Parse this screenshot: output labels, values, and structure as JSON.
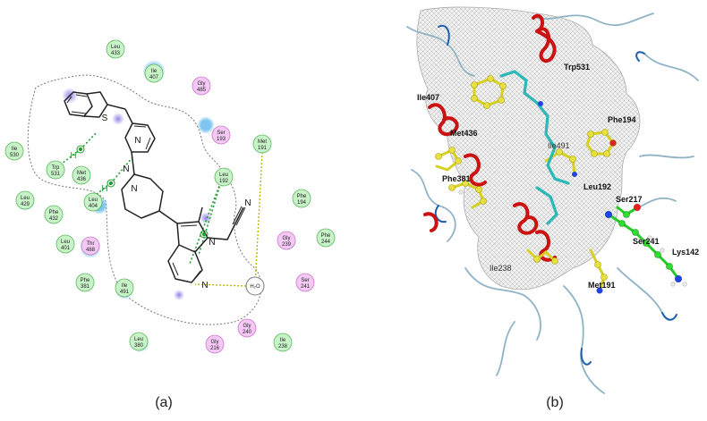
{
  "panel_a": {
    "label": "(a)",
    "residues": [
      {
        "name": "Leu",
        "num": "433",
        "kind": "green"
      },
      {
        "name": "Ile",
        "num": "407",
        "kind": "green"
      },
      {
        "name": "Gly",
        "num": "485",
        "kind": "pink"
      },
      {
        "name": "Ser",
        "num": "193",
        "kind": "pink"
      },
      {
        "name": "Ile",
        "num": "530",
        "kind": "green"
      },
      {
        "name": "Trp",
        "num": "531",
        "kind": "green"
      },
      {
        "name": "Met",
        "num": "436",
        "kind": "green"
      },
      {
        "name": "Leu",
        "num": "192",
        "kind": "green"
      },
      {
        "name": "Met",
        "num": "191",
        "kind": "green"
      },
      {
        "name": "Phe",
        "num": "194",
        "kind": "green"
      },
      {
        "name": "Leu",
        "num": "429",
        "kind": "green"
      },
      {
        "name": "Phe",
        "num": "432",
        "kind": "green"
      },
      {
        "name": "Leu",
        "num": "404",
        "kind": "green"
      },
      {
        "name": "Leu",
        "num": "401",
        "kind": "green"
      },
      {
        "name": "Thr",
        "num": "488",
        "kind": "pink"
      },
      {
        "name": "Gly",
        "num": "239",
        "kind": "pink"
      },
      {
        "name": "Phe",
        "num": "244",
        "kind": "green"
      },
      {
        "name": "Phe",
        "num": "381",
        "kind": "green"
      },
      {
        "name": "Ile",
        "num": "491",
        "kind": "green"
      },
      {
        "name": "Ser",
        "num": "241",
        "kind": "pink"
      },
      {
        "name": "Leu",
        "num": "380",
        "kind": "green"
      },
      {
        "name": "Gly",
        "num": "216",
        "kind": "pink"
      },
      {
        "name": "Gly",
        "num": "240",
        "kind": "pink"
      },
      {
        "name": "Ile",
        "num": "238",
        "kind": "green"
      }
    ],
    "atoms": {
      "s": "S",
      "n1": "N",
      "n2": "N",
      "n3": "N",
      "n4": "N",
      "n5": "N",
      "n6": "N",
      "h1": "H",
      "h2": "H",
      "water": "H₂O"
    }
  },
  "panel_b": {
    "label": "(b)",
    "residue_labels": [
      "Trp531",
      "Ile407",
      "Met436",
      "Phe194",
      "Ile491",
      "Phe381",
      "Leu192",
      "Ser217",
      "Ser241",
      "Ile238",
      "Met191",
      "Lys142"
    ]
  },
  "colors": {
    "hydrophobic": "#c8f2c8",
    "hydrophobic_border": "#5cb85c",
    "polar": "#f5c8f5",
    "polar_border": "#c878c8",
    "hbond": "#1f9e2f",
    "pi_interaction": "#1f9e2f",
    "water_contact": "#b8b800",
    "solvent_halo": "#7fc8ef",
    "helix": "#cc1111",
    "ligand_carbon": "#2ab8b8",
    "residue_carbon": "#d8d020",
    "lys_carbon": "#22cc22"
  }
}
